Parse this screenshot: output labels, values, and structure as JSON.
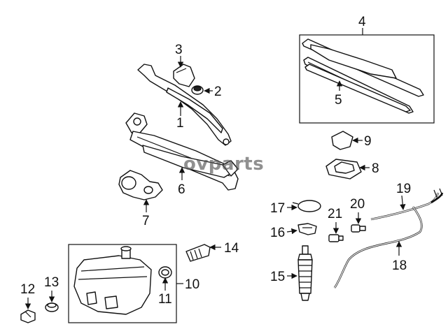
{
  "watermark": "ovparts",
  "callouts": [
    {
      "id": "c1",
      "label": "1"
    },
    {
      "id": "c2",
      "label": "2"
    },
    {
      "id": "c3",
      "label": "3"
    },
    {
      "id": "c4",
      "label": "4"
    },
    {
      "id": "c5",
      "label": "5"
    },
    {
      "id": "c6",
      "label": "6"
    },
    {
      "id": "c7",
      "label": "7"
    },
    {
      "id": "c8",
      "label": "8"
    },
    {
      "id": "c9",
      "label": "9"
    },
    {
      "id": "c10",
      "label": "10"
    },
    {
      "id": "c11",
      "label": "11"
    },
    {
      "id": "c12",
      "label": "12"
    },
    {
      "id": "c13",
      "label": "13"
    },
    {
      "id": "c14",
      "label": "14"
    },
    {
      "id": "c15",
      "label": "15"
    },
    {
      "id": "c16",
      "label": "16"
    },
    {
      "id": "c17",
      "label": "17"
    },
    {
      "id": "c18",
      "label": "18"
    },
    {
      "id": "c19",
      "label": "19"
    },
    {
      "id": "c20",
      "label": "20"
    },
    {
      "id": "c21",
      "label": "21"
    }
  ],
  "colors": {
    "line": "#111111",
    "background": "#ffffff",
    "watermark": "#555555"
  }
}
